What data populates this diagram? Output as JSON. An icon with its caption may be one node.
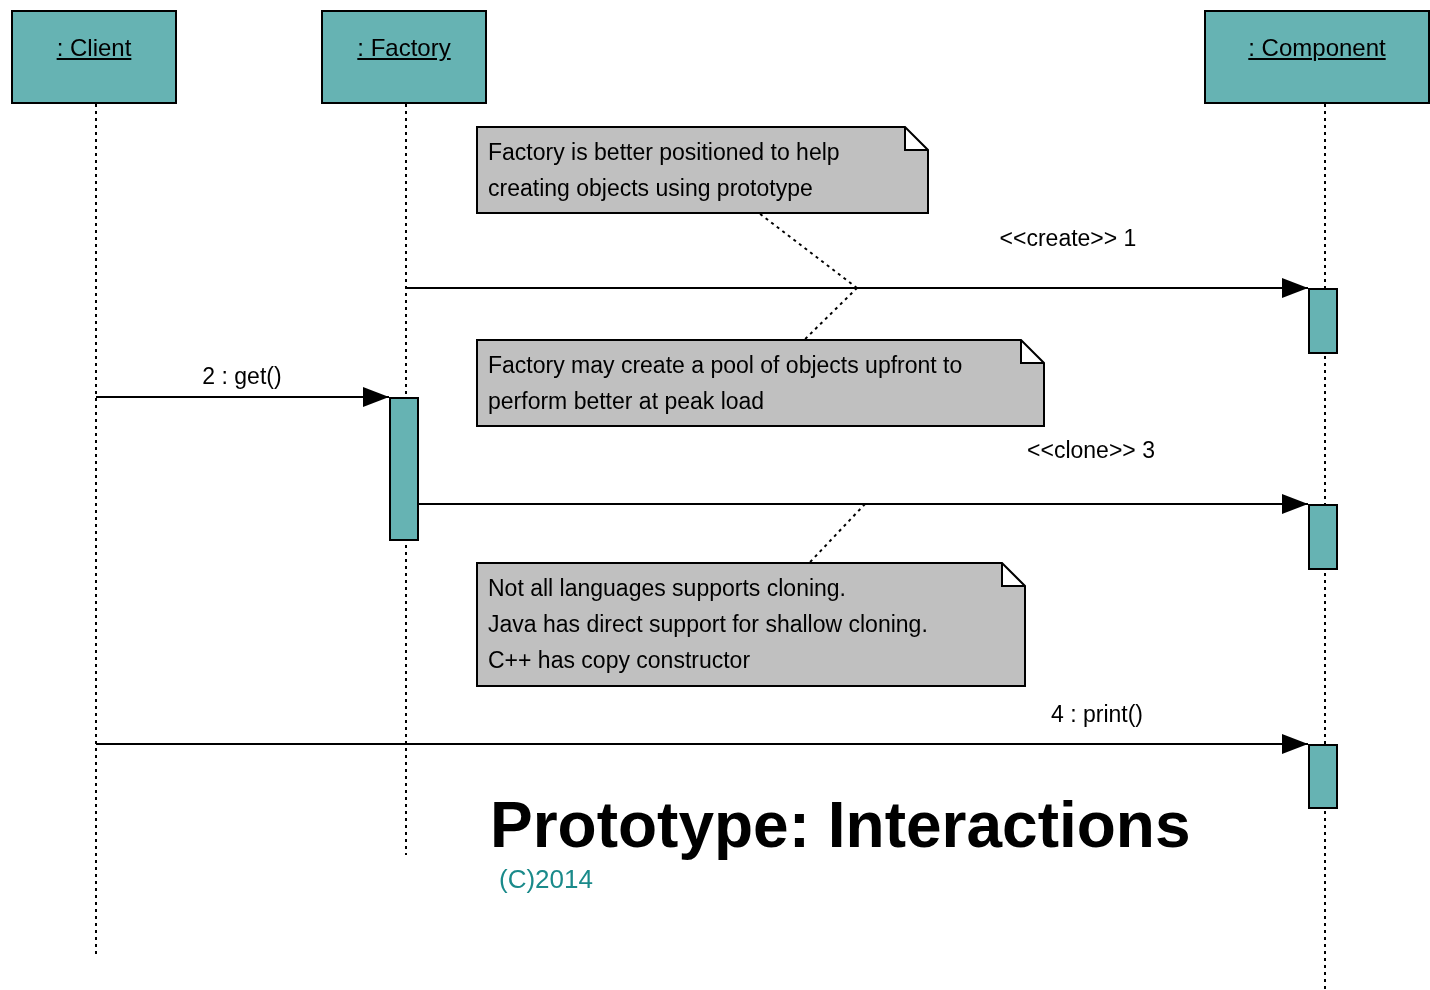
{
  "diagram": {
    "title": "Prototype: Interactions",
    "nodes": [
      {
        "text": [
          ": Client"
        ]
      },
      {
        "text": [
          ": Factory"
        ]
      },
      {
        "text": [
          ": Component"
        ]
      },
      {
        "text": [],
        "shape": "bar"
      },
      {
        "text": [],
        "shape": "bar"
      },
      {
        "text": [],
        "shape": "bar"
      },
      {
        "text": [],
        "shape": "bar"
      },
      {
        "text": [
          "Factory is better positioned to help creating objects using prototype"
        ]
      },
      {
        "text": [
          "Factory may create a pool of objects upfront to perform better at peak load"
        ]
      },
      {
        "text": [
          "Not all languages supports cloning.",
          "Java has direct support for shallow cloning.",
          "C++ has copy constructor"
        ]
      }
    ],
    "edges": [
      {
        "from": null,
        "to": 4,
        "arrow": "to",
        "label": "<<create>> 1"
      },
      {
        "from": null,
        "to": 3,
        "arrow": "to",
        "label": "2 : get()"
      },
      {
        "from": 3,
        "to": 5,
        "arrow": "to",
        "label": "<<clone>> 3"
      },
      {
        "from": null,
        "to": 6,
        "arrow": "to",
        "label": "4 : print()"
      },
      {
        "from": 7,
        "to": null,
        "arrow": "none",
        "style": "dashed"
      },
      {
        "from": 8,
        "to": null,
        "arrow": "none",
        "style": "dashed"
      },
      {
        "from": 9,
        "to": null,
        "arrow": "none",
        "style": "dashed"
      }
    ],
    "labels": [
      "(C)2014"
    ]
  }
}
